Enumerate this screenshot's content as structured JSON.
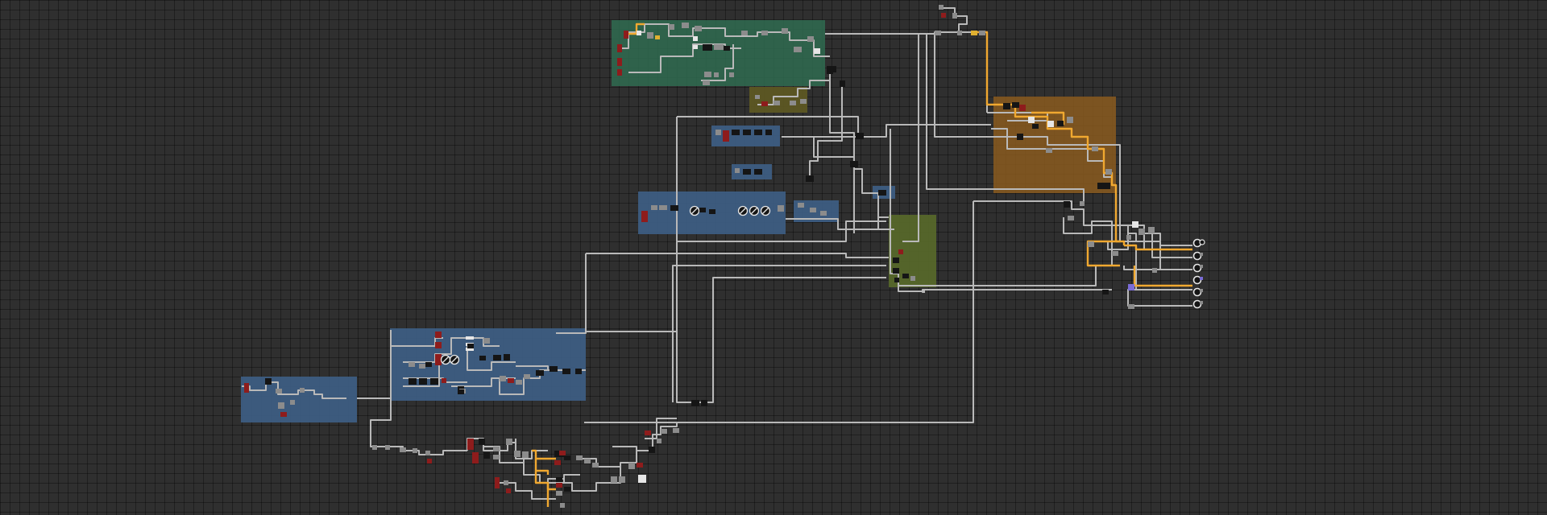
{
  "app": {
    "view": "node-graph-editor"
  },
  "colors": {
    "background": "#2f2f2f",
    "wire": "#b9b9b9",
    "wire_active": "#f0a830",
    "group_green": "#2f6b50",
    "group_olive": "#5f5a22",
    "group_blue": "#3e5f86",
    "group_orange": "#8a5a1e",
    "group_lime": "#596a2a",
    "node_dark": "#151515",
    "node_red": "#8e1c1c",
    "node_grey": "#8c8c8c",
    "node_white": "#e6e6e6",
    "node_yellow": "#e0b030",
    "node_purple": "#7a6cd6"
  },
  "groups": [
    {
      "id": "top-center-green",
      "color": "green",
      "title": ""
    },
    {
      "id": "top-center-olive",
      "color": "olive",
      "title": ""
    },
    {
      "id": "right-orange",
      "color": "orange",
      "title": ""
    },
    {
      "id": "middle-blue-small-a",
      "color": "blue",
      "title": ""
    },
    {
      "id": "middle-blue-small-b",
      "color": "blue",
      "title": ""
    },
    {
      "id": "middle-blue-large",
      "color": "blue",
      "title": ""
    },
    {
      "id": "middle-blue-right",
      "color": "blue",
      "title": ""
    },
    {
      "id": "middle-blue-tiny",
      "color": "blue",
      "title": ""
    },
    {
      "id": "middle-lime",
      "color": "lime",
      "title": ""
    },
    {
      "id": "lower-left-blue-large",
      "color": "blue",
      "title": ""
    },
    {
      "id": "far-left-blue",
      "color": "blue",
      "title": ""
    }
  ],
  "output_sockets": {
    "count": 6,
    "icon": "output-socket-icon"
  }
}
